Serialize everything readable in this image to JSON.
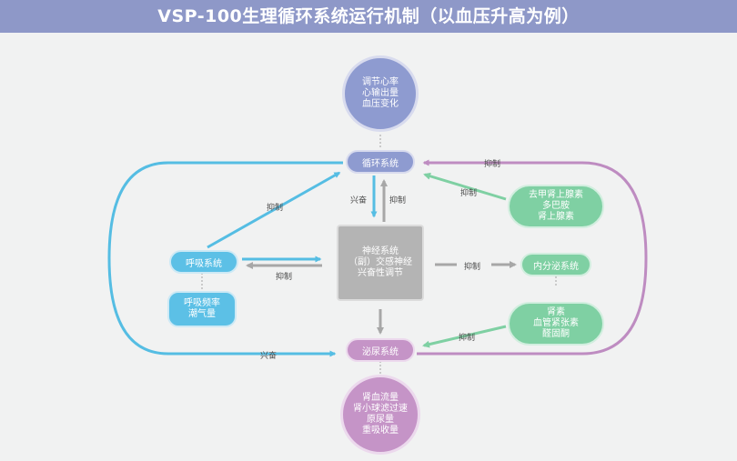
{
  "title": "VSP-100生理循环系统运行机制（以血压升高为例）",
  "colors": {
    "title_bg": "#8e98c8",
    "circulatory": "#8e9bd0",
    "respiratory": "#5cc0e6",
    "urinary": "#c594c7",
    "endocrine": "#7fd0a3",
    "nervous": "#b4b4b4",
    "arrow_blue": "#55bde3",
    "arrow_purple": "#be8cc1",
    "arrow_green": "#7fd0a3",
    "arrow_gray": "#a7a7a7"
  },
  "nodes": {
    "circ_params": [
      "调节心率",
      "心输出量",
      "血压变化"
    ],
    "circulatory": "循环系统",
    "nervous": [
      "神经系统",
      "（副）交感神经",
      "兴奋性调节"
    ],
    "respiratory": "呼吸系统",
    "resp_params": [
      "呼吸频率",
      "潮气量"
    ],
    "hormones_1": [
      "去甲肾上腺素",
      "多巴胺",
      "肾上腺素"
    ],
    "endocrine": "内分泌系统",
    "hormones_2": [
      "肾素",
      "血管紧张素",
      "醛固酮"
    ],
    "urinary": "泌尿系统",
    "urine_params": [
      "肾血流量",
      "肾小球滤过速",
      "原尿量",
      "重吸收量"
    ]
  },
  "labels": {
    "inhibit": "抑制",
    "excite": "兴奋"
  }
}
